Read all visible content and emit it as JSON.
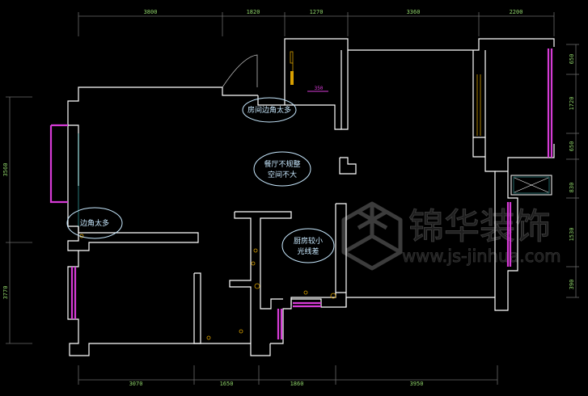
{
  "dimensions": {
    "top": [
      "3800",
      "1820",
      "1270",
      "3360",
      "2200"
    ],
    "bottom": [
      "3070",
      "1650",
      "1860",
      "3950"
    ],
    "left": [
      "3560",
      "3770"
    ],
    "right": [
      "650",
      "1720",
      "650",
      "830",
      "1530",
      "390"
    ],
    "small": "350"
  },
  "notes": {
    "room_corners": "房间边角太多",
    "living_line1": "餐厅不规整",
    "living_line2": "空间不大",
    "corners": "边角太多",
    "kitchen_line1": "厨房较小",
    "kitchen_line2": "光线差"
  },
  "watermark": {
    "chinese": "锦华装饰",
    "url": "www.js-jinhua.com"
  },
  "colors": {
    "background": "#000000",
    "wall": "#ffffff",
    "window": "#d63bd6",
    "dimension": "#8fd36a",
    "note": "#c8e9ff",
    "door": "#d9a000"
  }
}
